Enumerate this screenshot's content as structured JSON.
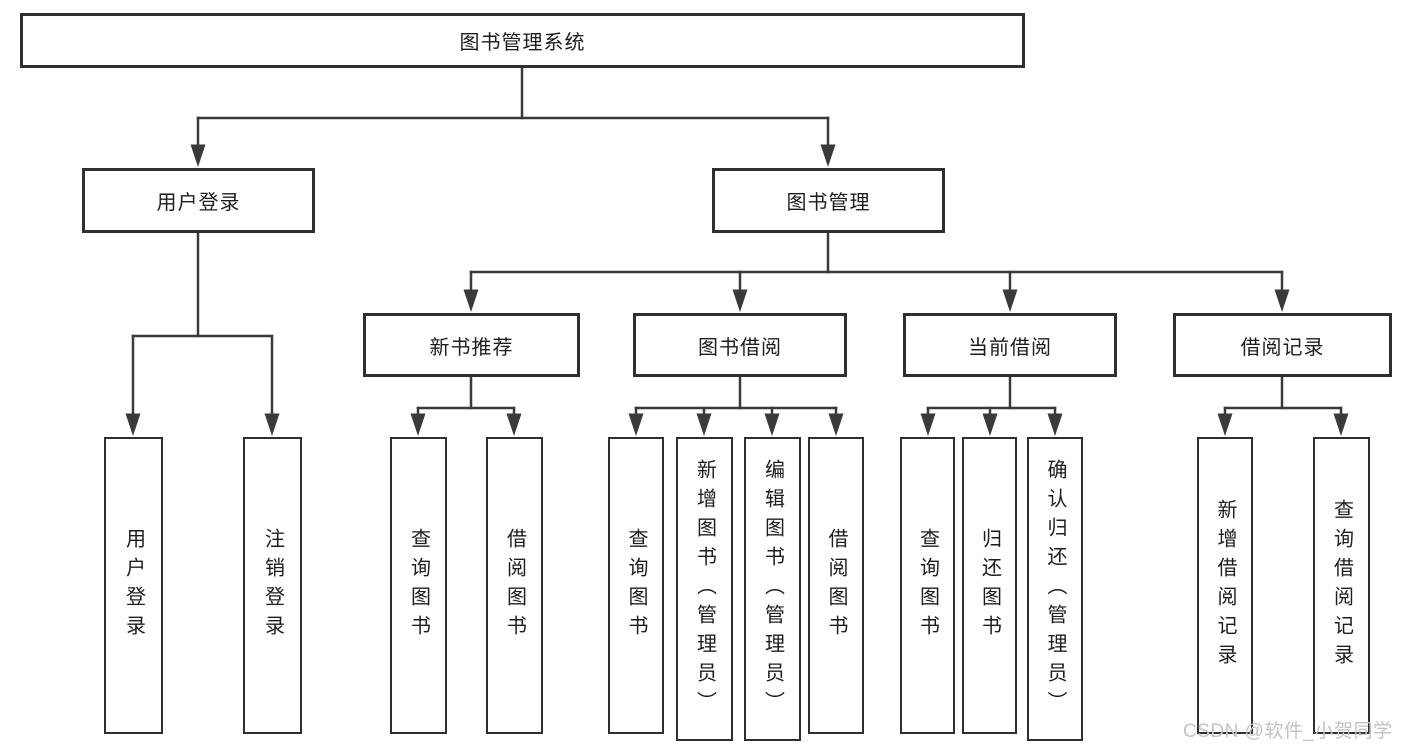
{
  "diagram_type": "hierarchy-tree",
  "tree": {
    "label": "图书管理系统",
    "children": [
      {
        "label": "用户登录",
        "children": [
          {
            "label": "用户登录"
          },
          {
            "label": "注销登录"
          }
        ]
      },
      {
        "label": "图书管理",
        "children": [
          {
            "label": "新书推荐",
            "children": [
              {
                "label": "查询图书"
              },
              {
                "label": "借阅图书"
              }
            ]
          },
          {
            "label": "图书借阅",
            "children": [
              {
                "label": "查询图书"
              },
              {
                "label": "新增图书（管理员）"
              },
              {
                "label": "编辑图书（管理员）"
              },
              {
                "label": "借阅图书"
              }
            ]
          },
          {
            "label": "当前借阅",
            "children": [
              {
                "label": "查询图书"
              },
              {
                "label": "归还图书"
              },
              {
                "label": "确认归还（管理员）"
              }
            ]
          },
          {
            "label": "借阅记录",
            "children": [
              {
                "label": "新增借阅记录"
              },
              {
                "label": "查询借阅记录"
              }
            ]
          }
        ]
      }
    ]
  },
  "watermark": {
    "text": "CSDN @软件_小贺同学"
  },
  "colors": {
    "background": "#ffffff",
    "box_border": "#2f2f2f",
    "connector_line": "#3a3a3a",
    "text": "#1d1d1d",
    "watermark": "#c3c3c3"
  }
}
